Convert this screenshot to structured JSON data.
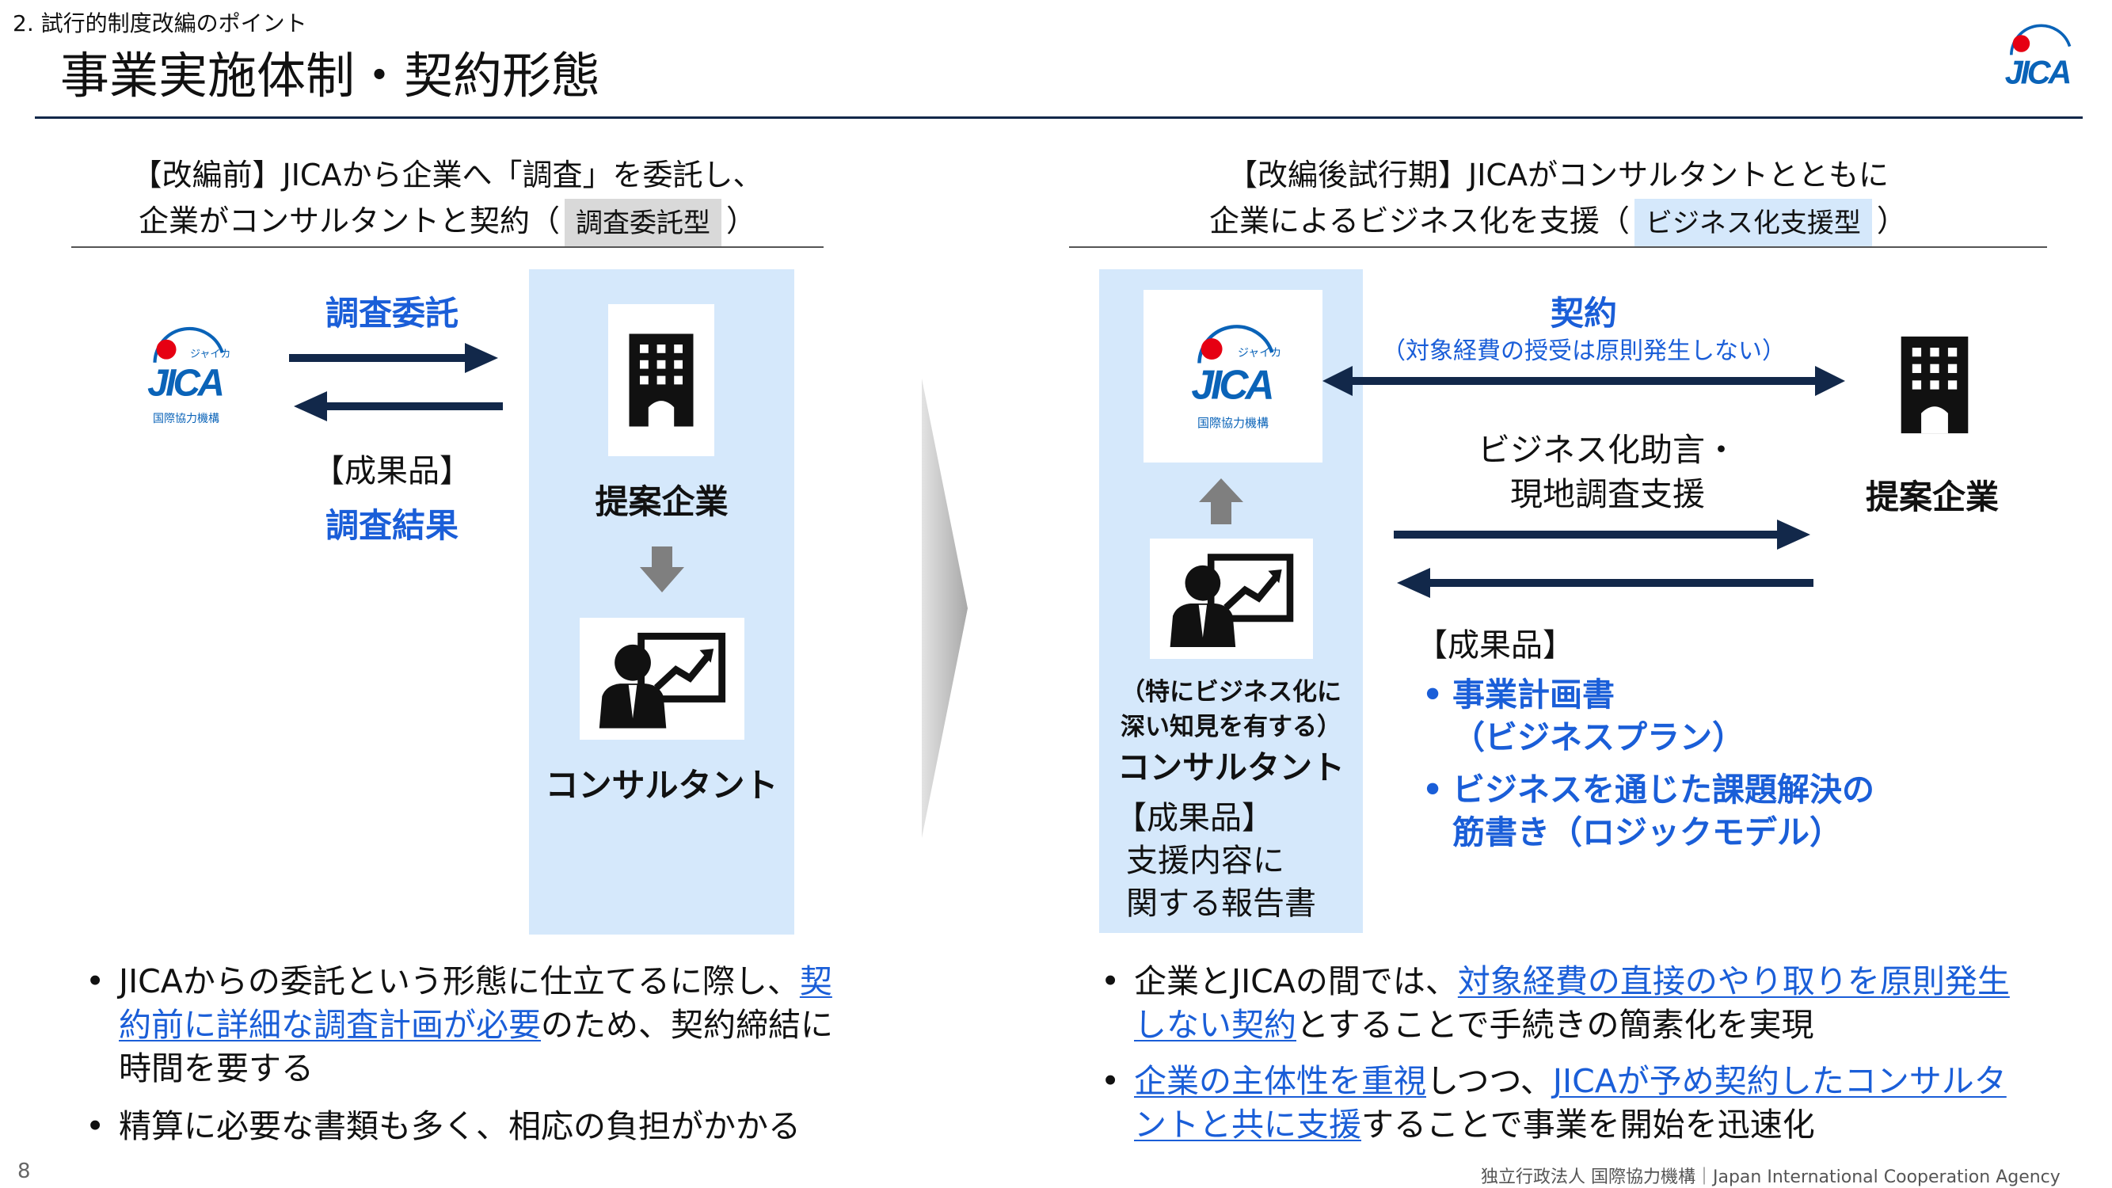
{
  "header": {
    "section": "2. 試行的制度改編のポイント",
    "title": "事業実施体制・契約形態",
    "logo_text": "JICA"
  },
  "left": {
    "heading_line1": "【改編前】JICAから企業へ「調査」を委託し、",
    "heading_line2_prefix": "企業がコンサルタントと契約（",
    "heading_tag": "調査委託型",
    "heading_line2_suffix": "）",
    "arrow_label": "調査委託",
    "deliverable_bracket": "【成果品】",
    "deliverable": "調査結果",
    "company_label": "提案企業",
    "consultant_label": "コンサルタント",
    "jica_kana": "ジャイカ",
    "jica_org": "国際協力機構",
    "bullet1_pre": "JICAからの委託という形態に仕立てるに際し、",
    "bullet1_link": "契約前に詳細な調査計画が必要",
    "bullet1_post": "のため、契約締結に時間を要する",
    "bullet2": "精算に必要な書類も多く、相応の負担がかかる"
  },
  "right": {
    "heading_line1": "【改編後試行期】JICAがコンサルタントとともに",
    "heading_line2_prefix": "企業によるビジネス化を支援（",
    "heading_tag": "ビジネス化支援型",
    "heading_line2_suffix": "）",
    "contract_label": "契約",
    "contract_note": "（対象経費の授受は原則発生しない）",
    "advice_line1": "ビジネス化助言・",
    "advice_line2": "現地調査支援",
    "company_label": "提案企業",
    "consultant_note1": "（特にビジネス化に",
    "consultant_note2": "深い知見を有する）",
    "consultant_label": "コンサルタント",
    "report_bracket": "【成果品】",
    "report_line1": "支援内容に",
    "report_line2": "関する報告書",
    "deliverable_bracket": "【成果品】",
    "deliverable_item1_line1": "事業計画書",
    "deliverable_item1_line2": "（ビジネスプラン）",
    "deliverable_item2_line1": "ビジネスを通じた課題解決の",
    "deliverable_item2_line2": "筋書き（ロジックモデル）",
    "jica_kana": "ジャイカ",
    "jica_org": "国際協力機構",
    "bullet1_pre": "企業とJICAの間では、",
    "bullet1_link": "対象経費の直接のやり取りを原則発生しない契約",
    "bullet1_post": "とすることで手続きの簡素化を実現",
    "bullet2_link1": "企業の主体性を重視",
    "bullet2_mid": "しつつ、",
    "bullet2_link2": "JICAが予め契約したコンサルタントと共に支援",
    "bullet2_post": "することで事業を開始を迅速化"
  },
  "bullet_symbol": "•",
  "footer": {
    "page": "8",
    "org": "独立行政法人 国際協力機構｜Japan International Cooperation Agency"
  },
  "colors": {
    "accent_blue": "#1a5ed8",
    "navy": "#12284a",
    "panel": "#d5e8fb",
    "tag_gray": "#d9d9d9",
    "tag_blue": "#d5e8fb",
    "logo_red": "#e60012",
    "logo_blue": "#0a63b8"
  },
  "icons": [
    "building-icon",
    "consultant-presentation-icon",
    "jica-logo",
    "arrow-down-icon",
    "arrow-up-icon",
    "chevron-right-icon"
  ]
}
